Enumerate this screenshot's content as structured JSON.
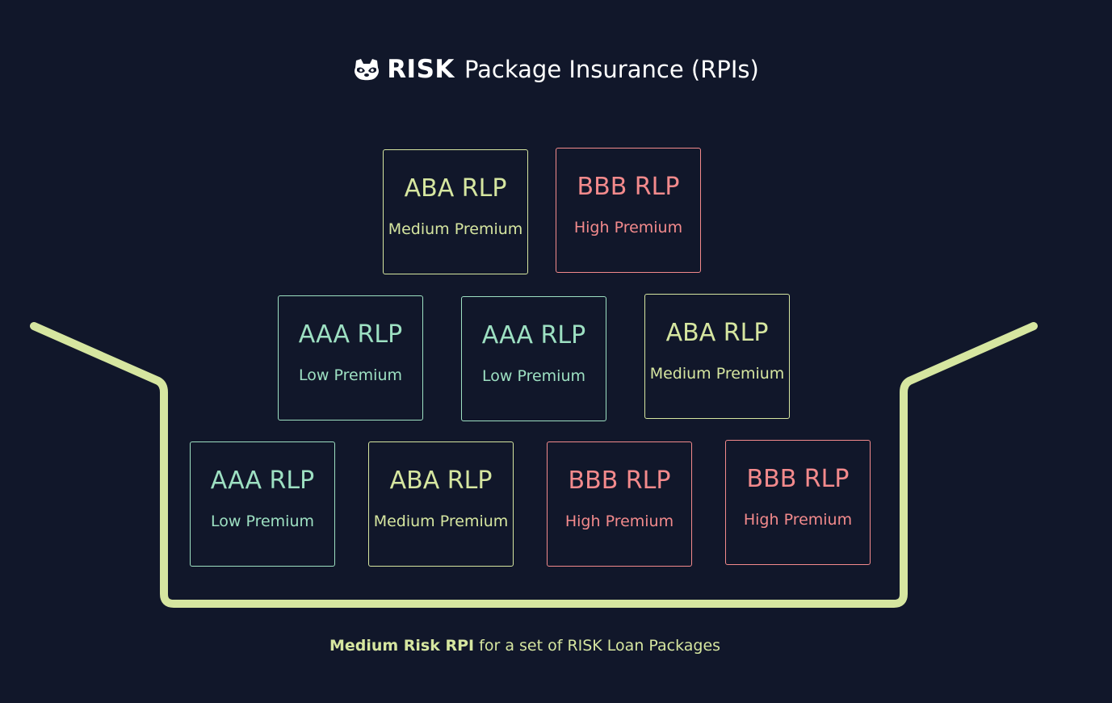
{
  "header": {
    "brand": "RISK",
    "title": "Package Insurance (RPIs)",
    "logo_icon": "raccoon-icon"
  },
  "colors": {
    "background": "#11172a",
    "low": "#9de0c2",
    "medium": "#d6e6a0",
    "high": "#f38a8c",
    "bucket": "#d6e6a0"
  },
  "packages": [
    {
      "name": "ABA RLP",
      "premium": "Medium Premium",
      "level": "medium"
    },
    {
      "name": "BBB RLP",
      "premium": "High Premium",
      "level": "high"
    },
    {
      "name": "AAA RLP",
      "premium": "Low Premium",
      "level": "low"
    },
    {
      "name": "AAA RLP",
      "premium": "Low Premium",
      "level": "low"
    },
    {
      "name": "ABA RLP",
      "premium": "Medium Premium",
      "level": "medium"
    },
    {
      "name": "AAA RLP",
      "premium": "Low Premium",
      "level": "low"
    },
    {
      "name": "ABA RLP",
      "premium": "Medium Premium",
      "level": "medium"
    },
    {
      "name": "BBB RLP",
      "premium": "High Premium",
      "level": "high"
    },
    {
      "name": "BBB RLP",
      "premium": "High Premium",
      "level": "high"
    }
  ],
  "caption": {
    "bold": "Medium Risk RPI",
    "rest": " for a set of RISK Loan Packages"
  }
}
